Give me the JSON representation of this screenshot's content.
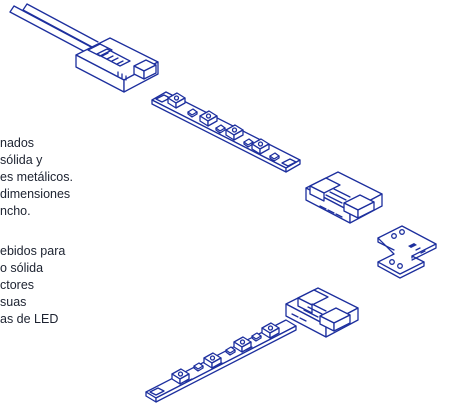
{
  "description_text": {
    "lines": [
      "nados",
      "sólida y",
      "es metálicos.",
      "dimensiones",
      "ncho.",
      "ebidos para",
      "o sólida",
      "ctores",
      "suas",
      "as de LED"
    ]
  },
  "colors": {
    "line_art": "#1d2f9e",
    "text": "#1c2230",
    "background": "#ffffff"
  }
}
